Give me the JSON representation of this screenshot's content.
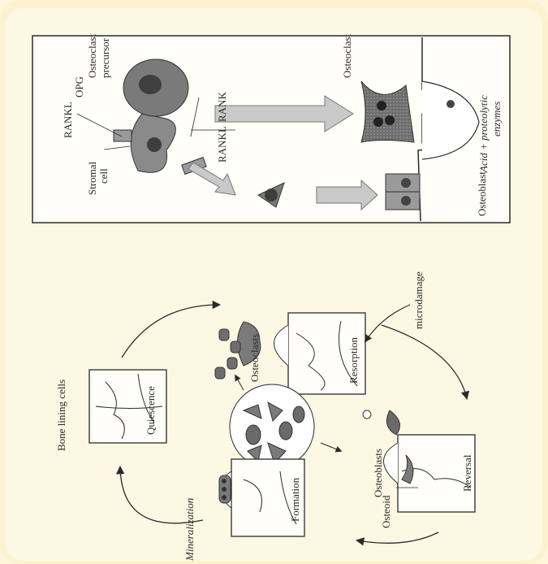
{
  "labels": {
    "bone_lining_cells": "Bone lining cells",
    "quiescence": "Quiescence",
    "osteoclasts": "Osteoclasts",
    "resorption": "Resorption",
    "microdamage": "microdamage",
    "reversal": "Reversal",
    "osteoblasts": "Osteoblasts",
    "osteoid": "Osteoid",
    "formation": "Formation",
    "mineralization": "Mineralization",
    "rankl_1": "RANKL",
    "opg": "OPG",
    "stromal_cell_line1": "Stromal",
    "stromal_cell_line2": "cell",
    "osteoclast_precursor_line1": "Osteoclast",
    "osteoclast_precursor_line2": "precursor",
    "rankl_2": "RANKL",
    "rank": "RANK",
    "osteoclast": "Osteoclast",
    "acid_line1": "Acid + proteolytic",
    "acid_line2": "enzymes",
    "osteoblast": "Osteoblast"
  },
  "colors": {
    "frame": "#fbf3cf",
    "panel": "#fdf8e4",
    "ink": "#2a2a2a",
    "cell_fill": "#7a7a7a",
    "arrow_fill": "#bdbdbd"
  }
}
